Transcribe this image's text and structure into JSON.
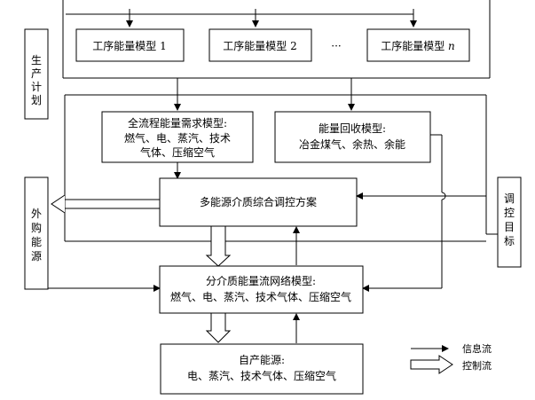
{
  "process_models": {
    "model1": "工序能量模型 1",
    "model2": "工序能量模型 2",
    "ellipsis": "···",
    "modeln_prefix": "工序能量模型 ",
    "modeln_suffix": "n"
  },
  "production_plan": {
    "chars": [
      "生",
      "产",
      "计",
      "划"
    ]
  },
  "demand_model": {
    "line1": "全流程能量需求模型:",
    "line2": "燃气、电、蒸汽、技术",
    "line3": "气体、压缩空气"
  },
  "recovery_model": {
    "line1": "能量回收模型:",
    "line2": "冶金煤气、余热、余能"
  },
  "scheduling_plan": {
    "label": "多能源介质综合调控方案"
  },
  "external_energy": {
    "chars": [
      "外",
      "购",
      "能",
      "源"
    ]
  },
  "control_target": {
    "chars": [
      "调",
      "控",
      "目",
      "标"
    ]
  },
  "network_model": {
    "line1": "分介质能量流网络模型:",
    "line2": "燃气、电、蒸汽、技术气体、压缩空气"
  },
  "self_energy": {
    "line1": "自产能源:",
    "line2": "电、蒸汽、技术气体、压缩空气"
  },
  "legend": {
    "info_flow": "信息流",
    "control_flow": "控制流"
  }
}
